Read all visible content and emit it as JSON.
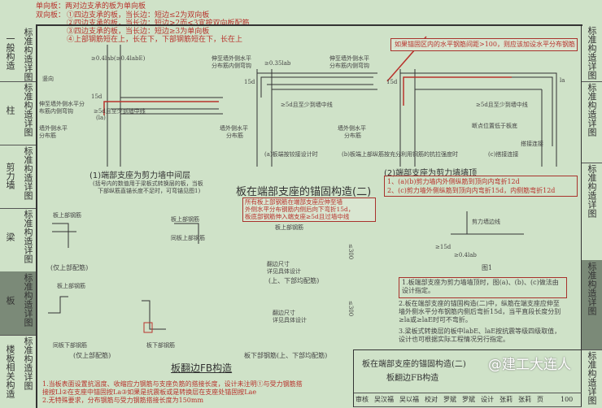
{
  "top_notes": {
    "one_way": "单向板：两对边支承的板为单向板",
    "two_way_label": "双向板：",
    "items": [
      "①四边支承的板，当长边：短边≤2为双向板",
      "②四边支承的板，当长边：短边>2而<3宜按双向板配筋",
      "③四边支承的板，当长边：短边≥3为单向板",
      "④上部钢筋短在上，长在下，下部钢筋短在下，长在上"
    ]
  },
  "left_tabs": [
    {
      "main": "标准构造详图",
      "category": "一般构造",
      "active": false
    },
    {
      "main": "标准构造详图",
      "category": "柱",
      "active": false
    },
    {
      "main": "标准构造详图",
      "category": "剪力墙",
      "active": false
    },
    {
      "main": "标准构造详图",
      "category": "梁",
      "active": false
    },
    {
      "main": "标准构造详图",
      "category": "板",
      "active": true
    },
    {
      "main": "标准构造详图",
      "category": "楼板相关构造",
      "active": false
    }
  ],
  "right_tabs": [
    {
      "main": "标准构造详图",
      "active": false
    },
    {
      "main": "标准构造详图",
      "active": false
    },
    {
      "main": "标准构造详图",
      "active": false
    },
    {
      "main": "标准构造详图",
      "active": true
    },
    {
      "main": "标准构造详图",
      "active": false
    }
  ],
  "diagram_top": {
    "d1": {
      "vertical": "竖向",
      "anchor1": "≥0.4lab(≥0.4labE)",
      "dim15": "15d",
      "anchor2": "≥5d且至少到墙中线",
      "anchor2b": "(la)",
      "wall_bend": "伸至墙外侧水平分布筋内侧弯钩",
      "wall_dist": "墙外侧水平分布筋"
    },
    "d2": {
      "bend": "伸至墙外侧水平",
      "bend2": "分布筋内侧弯钩",
      "anchor1": "≥0.35lab",
      "dim15": "15d",
      "anchor2": "≥5d且至少到墙中线",
      "wall_dist": "墙外侧水平",
      "wall_dist2": "分布筋",
      "caption": "(a)板端按铰接设计时"
    },
    "d3": {
      "bend": "伸至墙外侧水平",
      "bend2": "分布筋内侧弯钩",
      "dim15": "15d",
      "wall_dist": "墙外侧水平",
      "wall_dist2": "分布筋",
      "caption": "(b)板端上部纵筋按充分利用钢筋的抗拉强度时"
    },
    "d4": {
      "dim": "la",
      "anchor": "≥5d且至少到墙中线",
      "break": "断点位置低于板底",
      "splice": "搭接连接",
      "caption": "(c)搭接连接"
    },
    "red_note": "如果锚固区内的水平钢筋间距>100，则应该加设水平分布钢筋"
  },
  "section1": {
    "title": "(1)端部支座为剪力墙中间层",
    "sub1": "(括号内的数值用于梁板式转换层的板，当板",
    "sub2": "下部纵筋直锚长度不足时，可弯锚见图1)"
  },
  "section2": {
    "title": "(2)端部支座为剪力墙墙顶",
    "notes": [
      "1、(a)(b)剪力墙内外侧纵筋到顶向内弯折12d",
      "2、(c)剪力墙外侧纵筋到顶向内弯折15d，内侧筋弯折12d"
    ]
  },
  "main_title": "板在端部支座的锚固构造(二)",
  "red_box_mid": [
    "所有板上部钢筋在端部支座应伸至墙",
    "外侧水平分布钢筋内侧后向下弯折15d，",
    "板底部钢筋伸入端支座≥5d且过墙中线"
  ],
  "fb": {
    "labels": [
      "板上部钢筋",
      "板上部钢筋",
      "同板上部钢筋",
      "(仅上部配筋)",
      "板上部钢筋",
      "同板下部钢筋",
      "板下部钢筋",
      "(仅上部配筋)"
    ],
    "mid_labels": [
      "板上部钢筋",
      "翻边尺寸",
      "详见具体设计",
      "(上、下部均配筋)",
      "翻边尺寸",
      "详见具体设计",
      "板下部钢筋(上、下部均配筋)",
      "≤300",
      "≤300"
    ],
    "title": "板翻边FB构造"
  },
  "fig1": {
    "label": "剪力墙边线",
    "dim1": "≥15d",
    "dim2": "≥0.4lab",
    "caption": "图1"
  },
  "right_notes": {
    "boxed": "1.板端部支座为剪力墙墙顶时，图(a)、(b)、(c)做法由设计指定。",
    "n2": "2.板在端部支座的锚固构造(二)中，纵筋在端支座应伸至墙外侧水平分布钢筋内侧后弯折15d，当平直段长度分别≥la或≥laE时可不弯折。",
    "n3": "3.梁板式转换层的板中labE、laE按抗震等级四级取值，设计也可根据实际工程情况另行指定。"
  },
  "bottom_notes": [
    "1.当板表面设置抗温度、收缩应力钢筋与支座负筋的搭接长度，设计未注明①与受力钢筋搭",
    "接按Ll②在支座中锚固按La③如果是抗震板或是转换层在支座处锚固按Lae",
    "2.无特殊要求，分布钢筋与受力钢筋搭接长度为150mm"
  ],
  "title_block": {
    "title1": "板在端部支座的锚固构造(二)",
    "title2": "板翻边FB构造",
    "cells": [
      "审核",
      "吴汉福",
      "吴以福",
      "校对",
      "罗斌",
      "罗斌",
      "设计",
      "张莉",
      "张莉",
      "页",
      "100"
    ]
  },
  "watermark": "@建工大连人",
  "colors": {
    "background": "#cfe2c8",
    "annotation_red": "#b8322c",
    "active_tab": "#7b8a78"
  }
}
